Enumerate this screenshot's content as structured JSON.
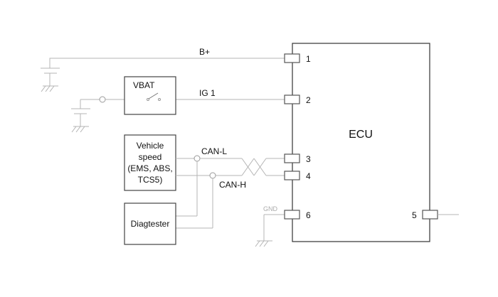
{
  "diagram": {
    "ecu_label": "ECU",
    "pins": [
      {
        "number": "1",
        "signal": "B+"
      },
      {
        "number": "2",
        "signal": "IG 1"
      },
      {
        "number": "3",
        "signal": "CAN-L"
      },
      {
        "number": "4",
        "signal": "CAN-H"
      },
      {
        "number": "5",
        "signal": ""
      },
      {
        "number": "6",
        "signal": "GND"
      }
    ],
    "vbat_box": {
      "label": "VBAT"
    },
    "vehicle_speed_box": {
      "lines": [
        "Vehicle",
        "speed",
        "(EMS, ABS,",
        "TCS5)"
      ]
    },
    "diagtester_box": {
      "label": "Diagtester"
    },
    "wire_labels": {
      "b_plus": "B+",
      "ig1": "IG 1",
      "can_l": "CAN-L",
      "can_h": "CAN-H",
      "gnd": "GND"
    }
  }
}
